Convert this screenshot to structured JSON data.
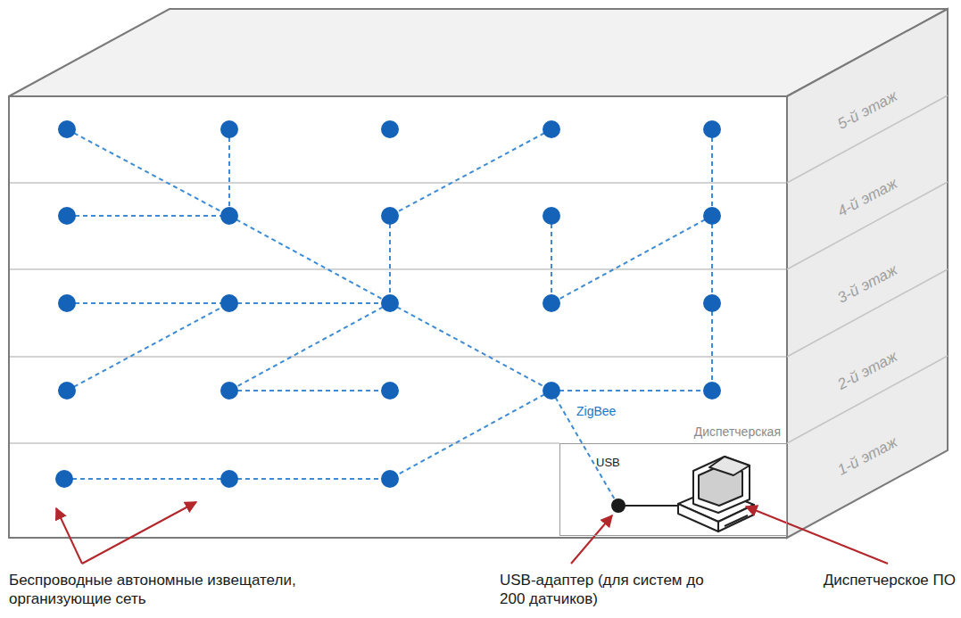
{
  "diagram": {
    "nodes": [
      {
        "text": [
          "Диспетчерская",
          "USB"
        ]
      }
    ],
    "labels": [
      "5-й этаж",
      "4-й этаж",
      "3-й этаж",
      "2-й этаж",
      "1-й этаж",
      "ZigBee",
      "Беспроводные автономные извещатели, организующие сеть",
      "USB-адаптер (для систем до 200 датчиков)",
      "Диспетчерское ПО"
    ]
  }
}
